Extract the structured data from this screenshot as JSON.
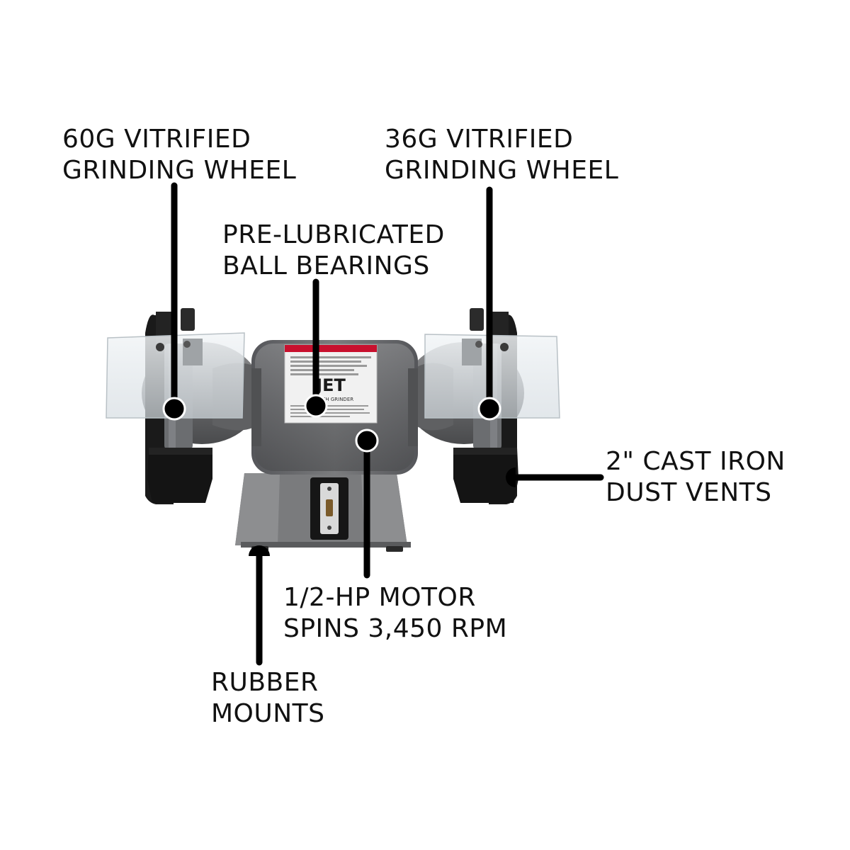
{
  "callouts": {
    "wheel_60g": [
      "60G VITRIFIED",
      "GRINDING WHEEL"
    ],
    "wheel_36g": [
      "36G VITRIFIED",
      "GRINDING WHEEL"
    ],
    "bearings": [
      "PRE-LUBRICATED",
      "BALL BEARINGS"
    ],
    "dust_vents": [
      "2\" CAST IRON",
      "DUST VENTS"
    ],
    "motor": [
      "1/2-HP MOTOR",
      "SPINS 3,450 RPM"
    ],
    "rubber_mounts": [
      "RUBBER",
      "MOUNTS"
    ]
  },
  "product": {
    "brand_badge": "JET",
    "label_heading": "BENCH GRINDER"
  },
  "colors": {
    "body": "#6d6e70",
    "body_dark": "#4f5052",
    "body_light": "#8a8b8d",
    "guard_black": "#141414",
    "shield": "#e6ebee",
    "brand_red": "#c8102e",
    "callout": "#111111"
  }
}
